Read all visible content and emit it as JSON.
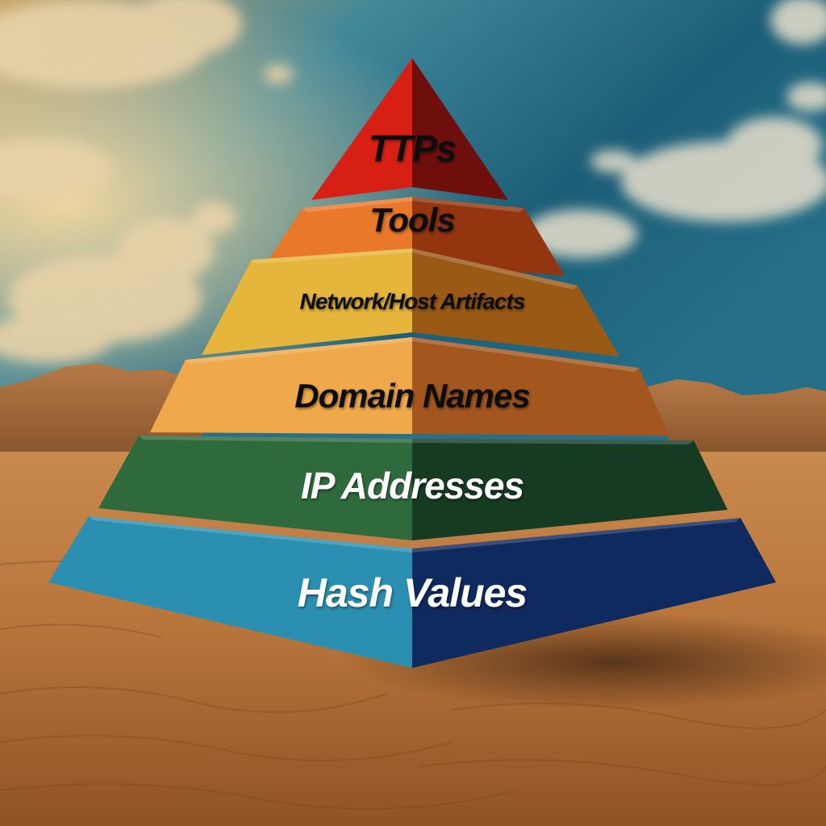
{
  "pyramid": {
    "tiers": [
      {
        "label": "TTPs",
        "left_color": "#d81f14",
        "right_color": "#6e0f0b",
        "label_color": "dark"
      },
      {
        "label": "Tools",
        "left_color": "#e9782a",
        "right_color": "#93350f",
        "label_color": "dark"
      },
      {
        "label": "Network/Host Artifacts",
        "left_color": "#e6b63c",
        "right_color": "#9a5a16",
        "label_color": "dark"
      },
      {
        "label": "Domain Names",
        "left_color": "#f0a94a",
        "right_color": "#a4561f",
        "label_color": "dark"
      },
      {
        "label": "IP Addresses",
        "left_color": "#2f6a3c",
        "right_color": "#173a22",
        "label_color": "light"
      },
      {
        "label": "Hash Values",
        "left_color": "#2a8fb0",
        "right_color": "#0f2a5e",
        "label_color": "light"
      }
    ]
  }
}
